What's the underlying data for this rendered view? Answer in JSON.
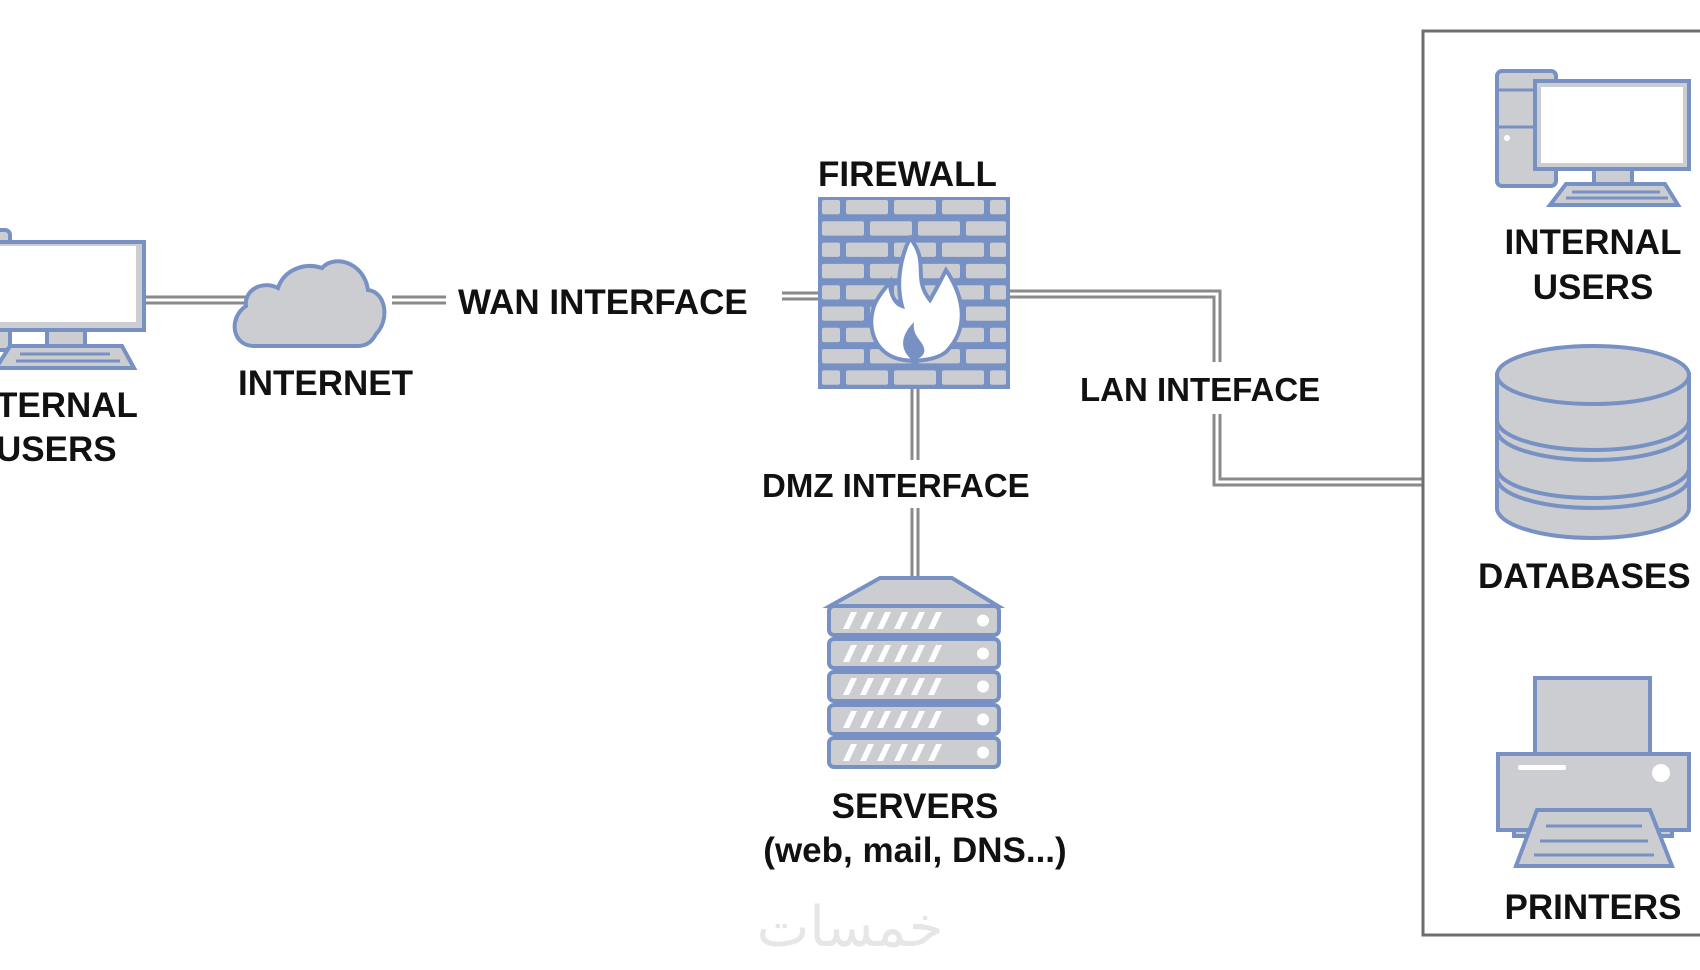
{
  "diagram": {
    "type": "network-topology",
    "nodes": {
      "external_users": {
        "label_line1": "TERNAL",
        "label_line2": "USERS",
        "icon": "desktop-computer-icon"
      },
      "internet": {
        "label": "INTERNET",
        "icon": "cloud-icon"
      },
      "firewall": {
        "label": "FIREWALL",
        "icon": "firewall-brick-flame-icon"
      },
      "servers": {
        "label_line1": "SERVERS",
        "label_line2": "(web, mail, DNS...)",
        "icon": "server-rack-icon"
      },
      "internal_users": {
        "label_line1": "INTERNAL",
        "label_line2": "USERS",
        "icon": "desktop-computer-icon"
      },
      "databases": {
        "label": "DATABASES",
        "icon": "database-icon"
      },
      "printers": {
        "label": "PRINTERS",
        "icon": "printer-icon"
      }
    },
    "interfaces": {
      "wan": "WAN INTERFACE",
      "lan": "LAN INTEFACE",
      "dmz": "DMZ INTERFACE"
    },
    "watermark": "خمسات",
    "colors": {
      "icon_stroke": "#7891c4",
      "icon_fill": "#cbcdd1",
      "wire": "#8a8a8a",
      "text": "#111111",
      "box_border": "#6e6e6e"
    }
  }
}
